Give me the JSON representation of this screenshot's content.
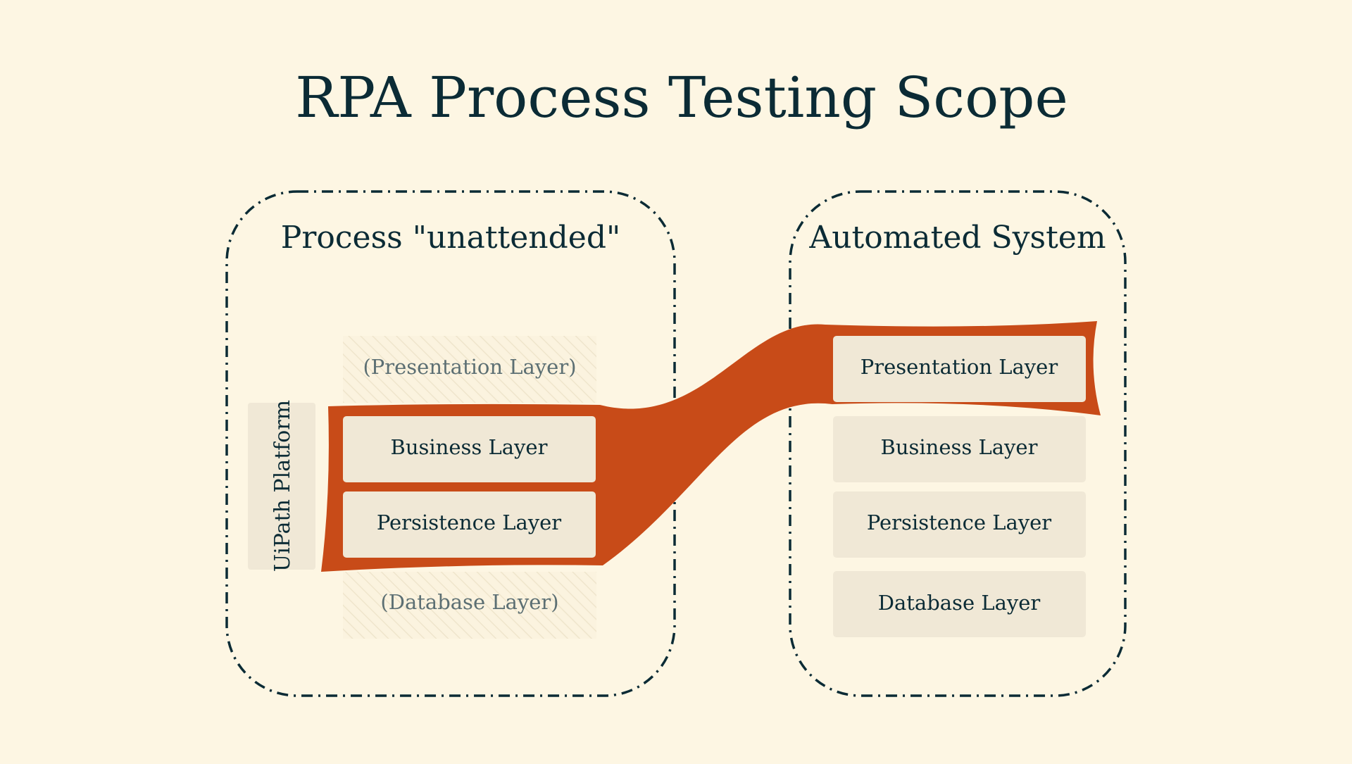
{
  "title": "RPA Process Testing Scope",
  "left_group": {
    "label": "Process \"unattended\"",
    "platform_label": "UiPath Platform",
    "ghost_layers": {
      "presentation": "(Presentation Layer)",
      "database": "(Database Layer)"
    },
    "layers": [
      "Business Layer",
      "Persistence Layer"
    ]
  },
  "right_group": {
    "label": "Automated System",
    "layers": [
      "Presentation Layer",
      "Business Layer",
      "Persistence Layer",
      "Database Layer"
    ]
  },
  "colors": {
    "background": "#fdf6e3",
    "ink": "#0b2b35",
    "accent": "#c84b18",
    "layer_fill": "#f0e8d6",
    "ghost_text": "#5c6f73"
  }
}
